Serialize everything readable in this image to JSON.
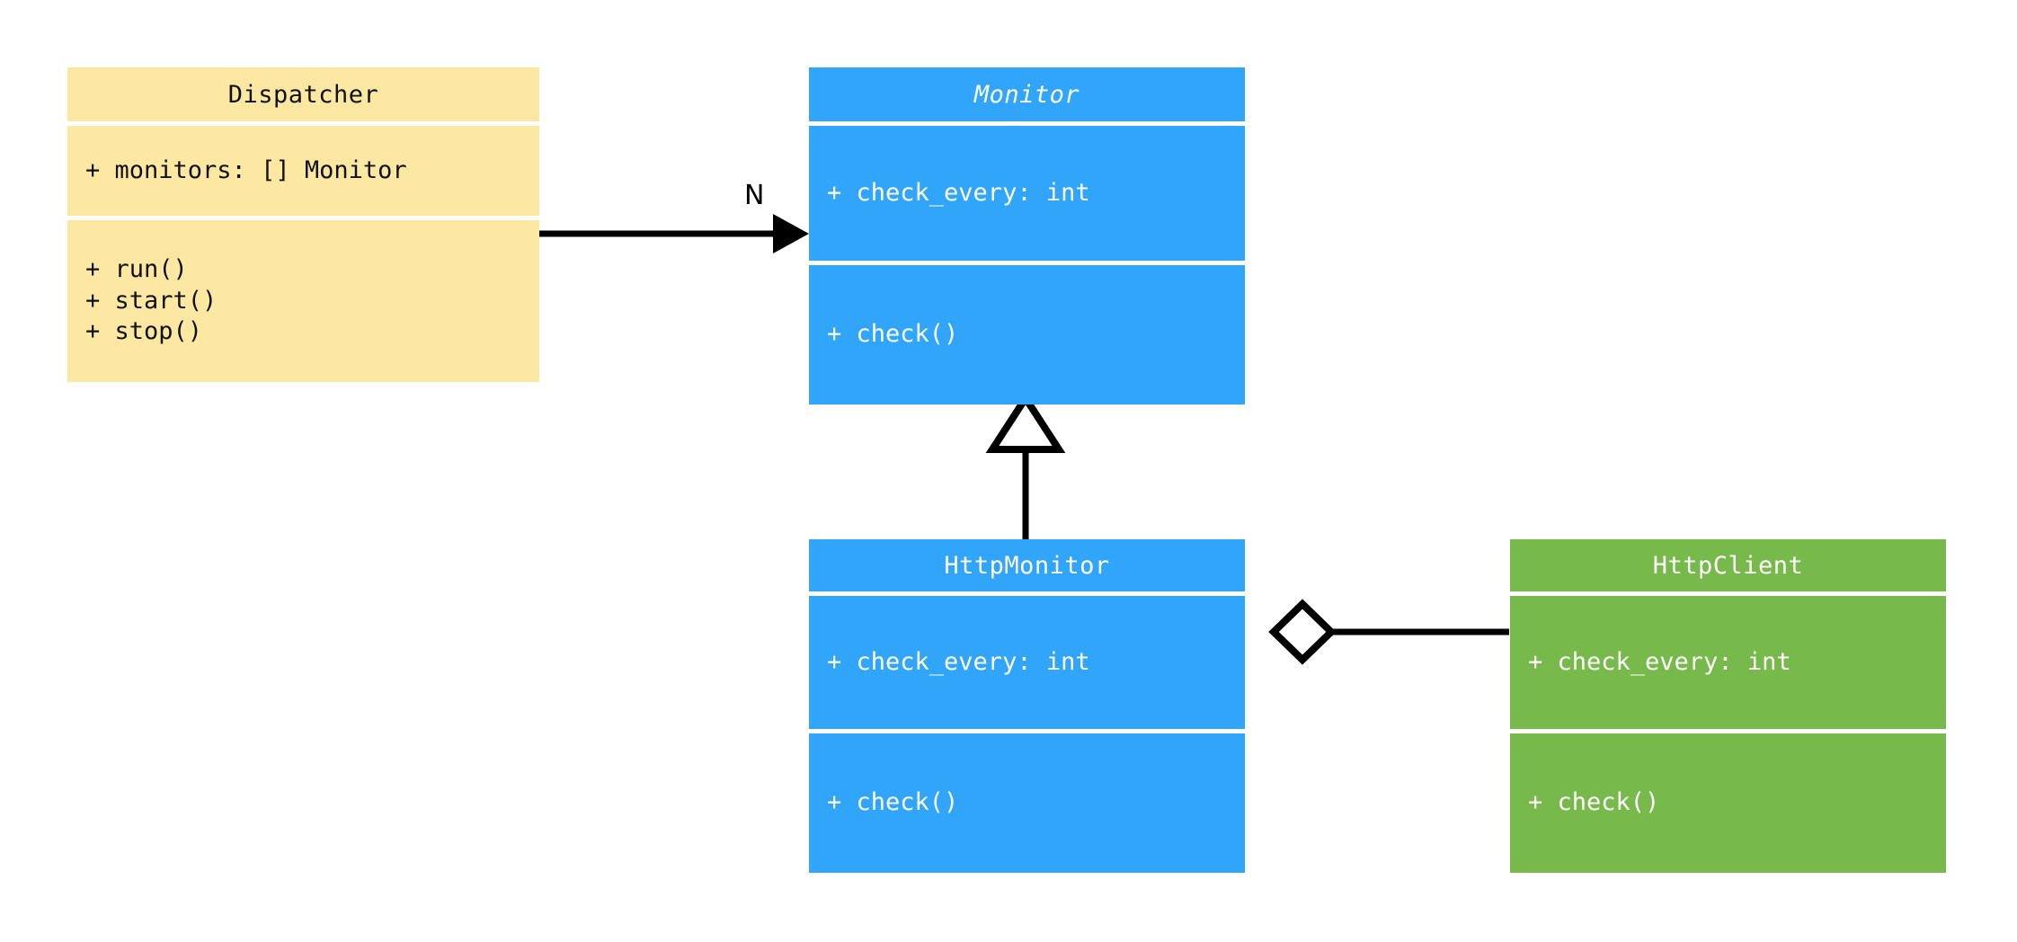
{
  "diagram": {
    "kind": "uml-class-diagram",
    "background": "#ffffff",
    "palette": {
      "cream": "#fce8a2",
      "blue": "#30a5fa",
      "green": "#78b94c",
      "line": "#000000",
      "dark_text": "#111111",
      "light_text": "#ffffff"
    }
  },
  "classes": {
    "dispatcher": {
      "name": "Dispatcher",
      "abstract": false,
      "color": "#fce8a2",
      "attributes": [
        "+ monitors: [] Monitor"
      ],
      "methods": [
        "+ run()",
        "+ start()",
        "+ stop()"
      ]
    },
    "monitor": {
      "name": "Monitor",
      "abstract": true,
      "color": "#30a5fa",
      "attributes": [
        "+ check_every: int"
      ],
      "methods": [
        "+ check()"
      ]
    },
    "http_monitor": {
      "name": "HttpMonitor",
      "abstract": false,
      "color": "#30a5fa",
      "attributes": [
        "+ check_every: int"
      ],
      "methods": [
        "+ check()"
      ]
    },
    "http_client": {
      "name": "HttpClient",
      "abstract": false,
      "color": "#78b94c",
      "attributes": [
        "+ check_every: int"
      ],
      "methods": [
        "+ check()"
      ]
    }
  },
  "relationships": {
    "dispatcher_to_monitor": {
      "type": "association",
      "from": "Dispatcher",
      "to": "Monitor",
      "label": "N",
      "arrow": "filled-triangle"
    },
    "http_monitor_to_monitor": {
      "type": "inheritance",
      "from": "HttpMonitor",
      "to": "Monitor",
      "label": "",
      "arrow": "hollow-triangle"
    },
    "http_monitor_to_http_client": {
      "type": "aggregation",
      "from": "HttpMonitor",
      "to": "HttpClient",
      "label": "",
      "arrow": "hollow-diamond"
    }
  }
}
